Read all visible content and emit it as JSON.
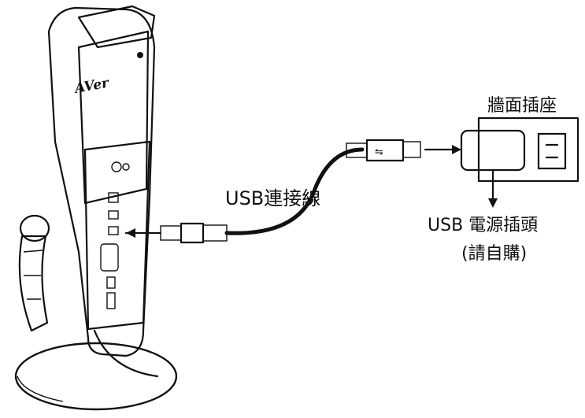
{
  "labels": {
    "usb_cable": "USB連接線",
    "wall_outlet": "牆面插座",
    "usb_power_plug_line1": "USB 電源插頭",
    "usb_power_plug_line2": "(請自購)"
  },
  "logo_text": "AVer",
  "colors": {
    "line": "#111111",
    "background": "#ffffff"
  }
}
